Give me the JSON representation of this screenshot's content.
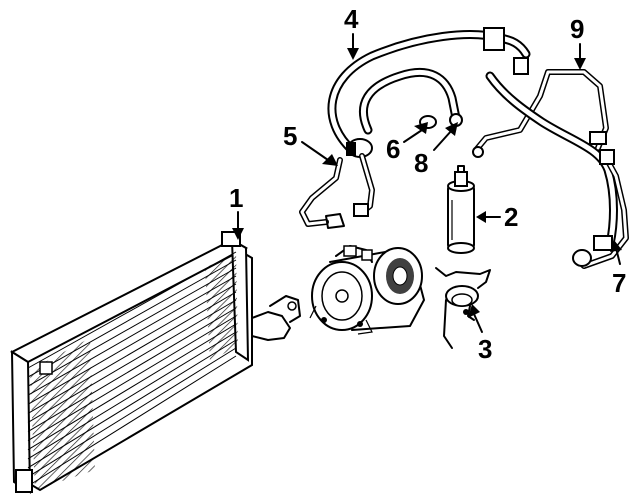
{
  "callouts": [
    {
      "id": "1",
      "label": "1"
    },
    {
      "id": "2",
      "label": "2"
    },
    {
      "id": "3",
      "label": "3"
    },
    {
      "id": "4",
      "label": "4"
    },
    {
      "id": "5",
      "label": "5"
    },
    {
      "id": "6",
      "label": "6"
    },
    {
      "id": "7",
      "label": "7"
    },
    {
      "id": "8",
      "label": "8"
    },
    {
      "id": "9",
      "label": "9"
    }
  ],
  "colors": {
    "ink": "#000000",
    "background": "#ffffff"
  }
}
